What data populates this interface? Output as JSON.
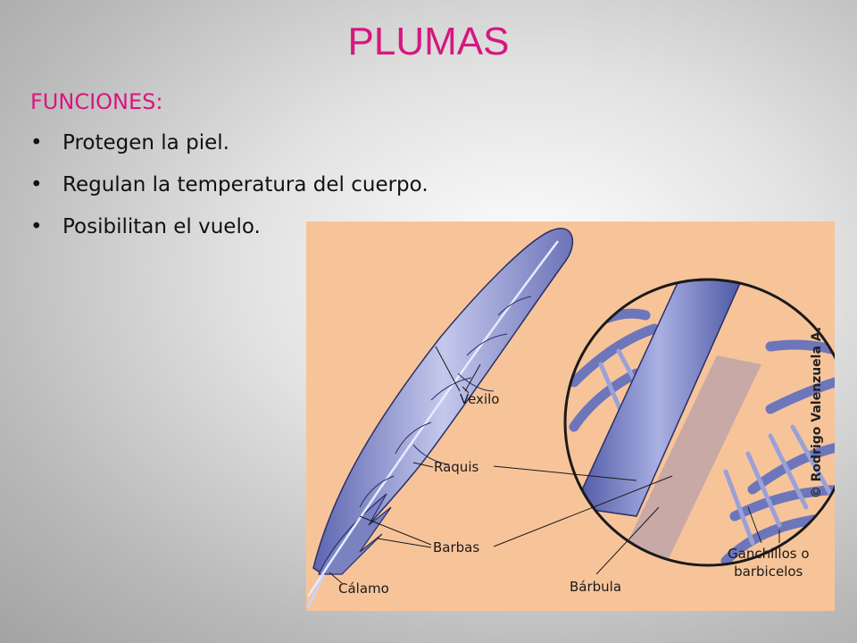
{
  "slide": {
    "title": "PLUMAS",
    "subtitle": "FUNCIONES:",
    "bullets": [
      "Protegen la piel.",
      "Regulan la temperatura del cuerpo.",
      "Posibilitan el vuelo."
    ],
    "bullet_glyph": "•"
  },
  "figure": {
    "labels": {
      "vexilo": "Vexilo",
      "raquis": "Raquis",
      "barbas": "Barbas",
      "calamo": "Cálamo",
      "barbula": "Bárbula",
      "ganchillos_line1": "Ganchillos o",
      "ganchillos_line2": "barbicelos"
    },
    "copyright": "© Rodrigo Valenzuela A."
  },
  "colors": {
    "title": "#d6177f",
    "figure_background": "#f7c49a",
    "feather": "#8088c6"
  }
}
